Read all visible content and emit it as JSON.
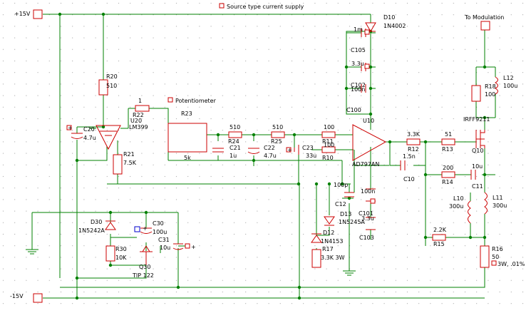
{
  "colors": {
    "wire": "#008000",
    "component": "#cc0000",
    "text": "#000000",
    "grid": "#9a9a9a",
    "background": "#ffffff",
    "selected": "#0000cc"
  },
  "rails": {
    "positive": "+15V",
    "negative": "-15V"
  },
  "notes": {
    "title": "Source type current supply",
    "potentiometer": "Potentiometer",
    "output": "To Modulation"
  },
  "components": {
    "R20": {
      "ref": "R20",
      "value": "510"
    },
    "R22": {
      "ref": "R22",
      "value": "1"
    },
    "R23": {
      "ref": "R23",
      "value": "5k"
    },
    "R24": {
      "ref": "R24",
      "value": "510"
    },
    "R25": {
      "ref": "R25",
      "value": "510"
    },
    "R11": {
      "ref": "R11",
      "value": "100"
    },
    "R10": {
      "ref": "R10",
      "value": "100"
    },
    "R21": {
      "ref": "R21",
      "value": "7.5K"
    },
    "R12": {
      "ref": "R12",
      "value": "3.3K"
    },
    "R13": {
      "ref": "R13",
      "value": "51"
    },
    "R14": {
      "ref": "R14",
      "value": "200"
    },
    "R15": {
      "ref": "R15",
      "value": "2.2K"
    },
    "R16": {
      "ref": "R16",
      "value": "50",
      "rating": "3W, .01%"
    },
    "R17": {
      "ref": "R17",
      "value": "3.3K 3W"
    },
    "R18": {
      "ref": "R18",
      "value": "100"
    },
    "R30": {
      "ref": "R30",
      "value": "10K"
    },
    "C20": {
      "ref": "C20",
      "value": "4.7u"
    },
    "C21": {
      "ref": "C21",
      "value": "1u"
    },
    "C22": {
      "ref": "C22",
      "value": "4.7u"
    },
    "C23": {
      "ref": "C23",
      "value": "33u"
    },
    "C10": {
      "ref": "C10",
      "value": "1.5n"
    },
    "C11": {
      "ref": "C11",
      "value": "10u"
    },
    "C12": {
      "ref": "C12",
      "value": "100p"
    },
    "C30": {
      "ref": "C30",
      "value": "100u"
    },
    "C31": {
      "ref": "C31",
      "value": "10u"
    },
    "C100": {
      "ref": "C100",
      "value": "100n"
    },
    "C101": {
      "ref": "C101",
      "value": "100n"
    },
    "C102": {
      "ref": "C102",
      "value": "3.3u"
    },
    "C103": {
      "ref": "C103",
      "value": "3.3u"
    },
    "C105": {
      "ref": "C105",
      "value": "1m"
    },
    "D10": {
      "ref": "D10",
      "value": "1N4002"
    },
    "D12": {
      "ref": "D12",
      "value": "1N4153"
    },
    "D13": {
      "ref": "D13",
      "value": "1N5245A"
    },
    "D30": {
      "ref": "D30",
      "value": "1N5242A"
    },
    "U10": {
      "ref": "U10",
      "value": "AD797AN"
    },
    "U20": {
      "ref": "U20",
      "value": "LM399"
    },
    "Q10": {
      "ref": "Q10",
      "value": "IRFF9211"
    },
    "Q30": {
      "ref": "Q30",
      "value": "TIP 122"
    },
    "L10": {
      "ref": "L10",
      "value": "300u"
    },
    "L11": {
      "ref": "L11",
      "value": "300u"
    },
    "L12": {
      "ref": "L12",
      "value": "100u"
    }
  },
  "pins": {
    "plus": "+"
  }
}
